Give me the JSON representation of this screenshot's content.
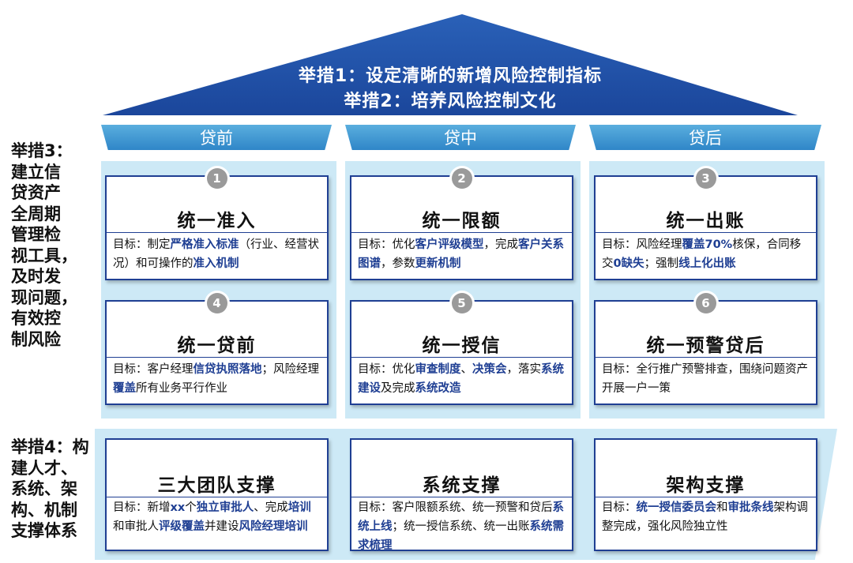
{
  "roof": {
    "line1": "举措1：设定清晰的新增风险控制指标",
    "line2": "举措2：培养风险控制文化"
  },
  "phases": [
    "贷前",
    "贷中",
    "贷后"
  ],
  "side": {
    "measure3": "举措3：\n建立信\n贷资产\n全周期\n管理检\n视工具，\n及时发\n现问题，\n有效控\n制风险",
    "measure4": "举措4：构\n建人才、\n系统、架\n构、机制\n支撑体系"
  },
  "cards": [
    {
      "num": "1",
      "title": "统一准入",
      "body": [
        {
          "t": "目标：制定"
        },
        {
          "t": "严格准入标准",
          "hl": true
        },
        {
          "t": "（行业、经营状况）和可操作的"
        },
        {
          "t": "准入机制",
          "hl": true
        }
      ]
    },
    {
      "num": "2",
      "title": "统一限额",
      "body": [
        {
          "t": "目标：优化"
        },
        {
          "t": "客户评级模型",
          "hl": true
        },
        {
          "t": "，完成"
        },
        {
          "t": "客户关系图谱",
          "hl": true
        },
        {
          "t": "，参数"
        },
        {
          "t": "更新机制",
          "hl": true
        }
      ]
    },
    {
      "num": "3",
      "title": "统一出账",
      "body": [
        {
          "t": "目标：风险经理"
        },
        {
          "t": "覆盖70%",
          "hl": true
        },
        {
          "t": "核保，合同移交"
        },
        {
          "t": "0缺失",
          "hl": true
        },
        {
          "t": "；强制"
        },
        {
          "t": "线上化出账",
          "hl": true
        }
      ]
    },
    {
      "num": "4",
      "title": "统一贷前",
      "body": [
        {
          "t": "目标：客户经理"
        },
        {
          "t": "信贷执照落地",
          "hl": true
        },
        {
          "t": "；风险经理"
        },
        {
          "t": "覆盖",
          "hl": true
        },
        {
          "t": "所有业务平行作业"
        }
      ]
    },
    {
      "num": "5",
      "title": "统一授信",
      "body": [
        {
          "t": "目标：优化"
        },
        {
          "t": "审查制度",
          "hl": true
        },
        {
          "t": "、"
        },
        {
          "t": "决策会",
          "hl": true
        },
        {
          "t": "，落实"
        },
        {
          "t": "系统建设",
          "hl": true
        },
        {
          "t": "及完成"
        },
        {
          "t": "系统改造",
          "hl": true
        }
      ]
    },
    {
      "num": "6",
      "title": "统一预警贷后",
      "body": [
        {
          "t": "目标：全行推广预警排查，围绕问题资产开展一户一策"
        }
      ]
    },
    {
      "num": "",
      "title": "三大团队支撑",
      "body": [
        {
          "t": "目标：新增"
        },
        {
          "t": "xx",
          "hl": true
        },
        {
          "t": "个"
        },
        {
          "t": "独立审批人",
          "hl": true
        },
        {
          "t": "、完成"
        },
        {
          "t": "培训",
          "hl": true
        },
        {
          "t": "和审批人"
        },
        {
          "t": "评级覆盖",
          "hl": true
        },
        {
          "t": "并建设"
        },
        {
          "t": "风险经理培训",
          "hl": true
        }
      ]
    },
    {
      "num": "",
      "title": "系统支撑",
      "body": [
        {
          "t": "目标：客户限额系统、统一预警和贷后"
        },
        {
          "t": "系统上线",
          "hl": true
        },
        {
          "t": "；统一授信系统、统一出账"
        },
        {
          "t": "系统需求梳理",
          "hl": true
        }
      ]
    },
    {
      "num": "",
      "title": "架构支撑",
      "body": [
        {
          "t": "目标："
        },
        {
          "t": "统一授信委员会",
          "hl": true
        },
        {
          "t": "和"
        },
        {
          "t": "审批条线",
          "hl": true
        },
        {
          "t": "架构调整完成，强化风险独立性"
        }
      ]
    }
  ],
  "colors": {
    "roof": "#1f4ea3",
    "tab": "#3b95d2",
    "panel": "#cde9f6",
    "card_border": "#1f3f93",
    "highlight": "#1f3f93",
    "badge": "#9a9a9a"
  }
}
